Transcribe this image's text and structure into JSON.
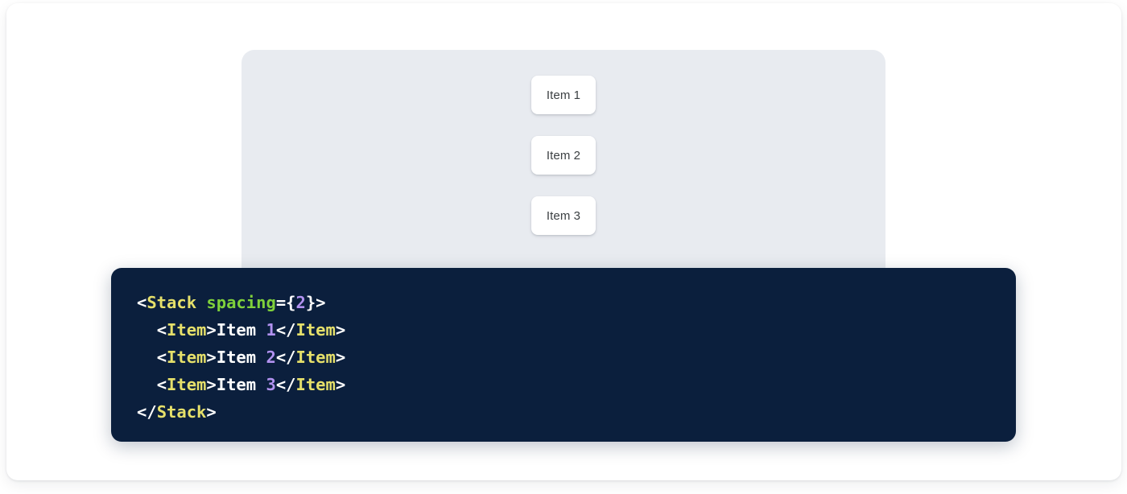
{
  "preview": {
    "panel_background": "#e8ebf0",
    "stack_items": [
      {
        "label": "Item 1"
      },
      {
        "label": "Item 2"
      },
      {
        "label": "Item 3"
      }
    ]
  },
  "code": {
    "background": "#0b1f3d",
    "language": "jsx",
    "colors": {
      "tag": "#e6e06a",
      "attribute": "#7fd13b",
      "number": "#b292f0",
      "punctuation": "#ffffff",
      "text": "#ffffff"
    },
    "lines": [
      {
        "indent": "",
        "tokens": [
          {
            "type": "punct",
            "text": "<"
          },
          {
            "type": "tag",
            "text": "Stack"
          },
          {
            "type": "punct",
            "text": " "
          },
          {
            "type": "attr",
            "text": "spacing"
          },
          {
            "type": "punct",
            "text": "={"
          },
          {
            "type": "num",
            "text": "2"
          },
          {
            "type": "punct",
            "text": "}>"
          }
        ]
      },
      {
        "indent": "  ",
        "tokens": [
          {
            "type": "punct",
            "text": "<"
          },
          {
            "type": "tag",
            "text": "Item"
          },
          {
            "type": "punct",
            "text": ">"
          },
          {
            "type": "text",
            "text": "Item "
          },
          {
            "type": "num",
            "text": "1"
          },
          {
            "type": "punct",
            "text": "</"
          },
          {
            "type": "tag",
            "text": "Item"
          },
          {
            "type": "punct",
            "text": ">"
          }
        ]
      },
      {
        "indent": "  ",
        "tokens": [
          {
            "type": "punct",
            "text": "<"
          },
          {
            "type": "tag",
            "text": "Item"
          },
          {
            "type": "punct",
            "text": ">"
          },
          {
            "type": "text",
            "text": "Item "
          },
          {
            "type": "num",
            "text": "2"
          },
          {
            "type": "punct",
            "text": "</"
          },
          {
            "type": "tag",
            "text": "Item"
          },
          {
            "type": "punct",
            "text": ">"
          }
        ]
      },
      {
        "indent": "  ",
        "tokens": [
          {
            "type": "punct",
            "text": "<"
          },
          {
            "type": "tag",
            "text": "Item"
          },
          {
            "type": "punct",
            "text": ">"
          },
          {
            "type": "text",
            "text": "Item "
          },
          {
            "type": "num",
            "text": "3"
          },
          {
            "type": "punct",
            "text": "</"
          },
          {
            "type": "tag",
            "text": "Item"
          },
          {
            "type": "punct",
            "text": ">"
          }
        ]
      },
      {
        "indent": "",
        "tokens": [
          {
            "type": "punct",
            "text": "</"
          },
          {
            "type": "tag",
            "text": "Stack"
          },
          {
            "type": "punct",
            "text": ">"
          }
        ]
      }
    ]
  }
}
